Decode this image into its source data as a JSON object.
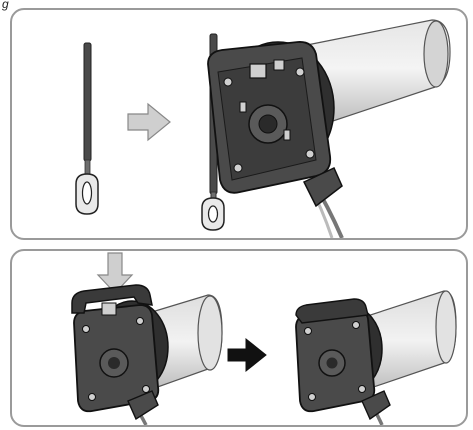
{
  "header": {
    "corner_text": "g"
  },
  "diagram": {
    "step_1": {
      "arrow_type": "outline-arrow",
      "arrow_color": "#c8c8c8",
      "items": [
        "operating-rod",
        "motor-head-with-rod"
      ]
    },
    "step_2": {
      "arrow_type": "solid-arrow",
      "arrow_color": "#111111",
      "items": [
        "cap-fitting-onto-motor",
        "motor-with-cap-fitted"
      ]
    },
    "colors": {
      "frame": "#9a9a9a",
      "motor_body": "#3a3a3a",
      "tube": "#cfcfcf",
      "rod": "#3f3f3f"
    }
  }
}
